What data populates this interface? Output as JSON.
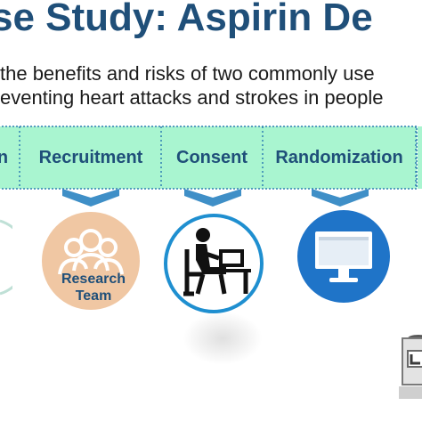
{
  "title": "se Study: Aspirin De",
  "description": {
    "line1": "the benefits and risks of two commonly use",
    "line2": "eventing heart attacks and strokes in people"
  },
  "stages": [
    {
      "label": "n"
    },
    {
      "label": "Recruitment"
    },
    {
      "label": "Consent"
    },
    {
      "label": "Randomization"
    }
  ],
  "icons": [
    {
      "name": "research-team",
      "label_line1": "Research",
      "label_line2": "Team"
    },
    {
      "name": "consent-person-at-computer"
    },
    {
      "name": "randomization-monitor"
    }
  ],
  "colors": {
    "title": "#1f4f79",
    "bar_fill": "#a9f5d0",
    "bar_border": "#2f7fb2",
    "chevron": "#3f8fc7",
    "research_circle": "#f0c7a3",
    "consent_circle_ring": "#1f8fd0",
    "randomization_circle": "#1f74c8"
  }
}
